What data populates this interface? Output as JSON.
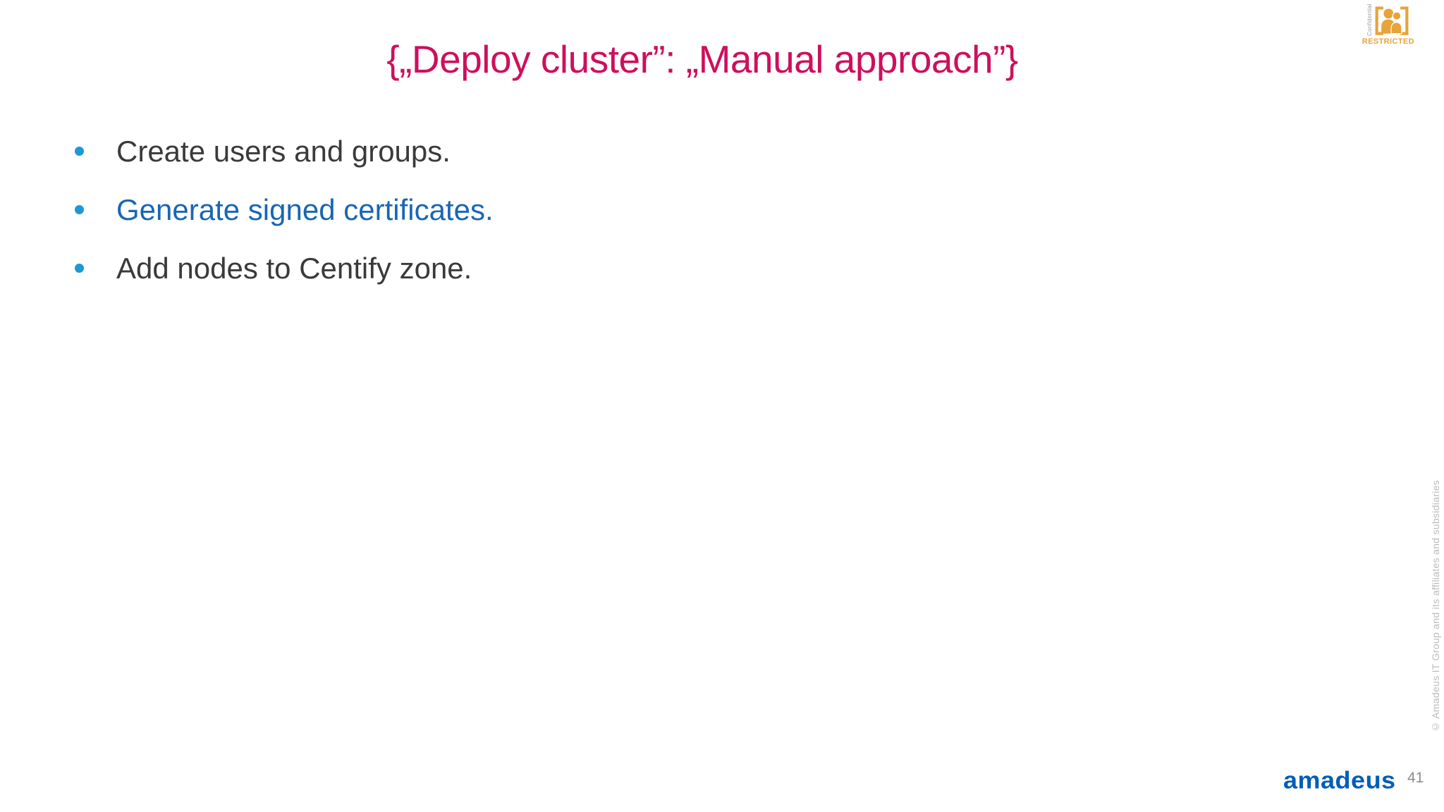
{
  "slide": {
    "title": "{„Deploy cluster”: „Manual approach”}",
    "bullets": [
      {
        "text": "Create users and groups.",
        "color": "#3A3A3A"
      },
      {
        "text": "Generate signed certificates.",
        "color": "#1866B4"
      },
      {
        "text": "Add nodes to Centify zone.",
        "color": "#3A3A3A"
      }
    ]
  },
  "stamp": {
    "confidential_label": "Confidential",
    "restricted_label": "RESTRICTED"
  },
  "footer": {
    "logo_text": "amadeus",
    "page_number": "41",
    "copyright": "© Amadeus IT Group and its affiliates and subsidiaries"
  },
  "colors": {
    "title_pink": "#CE0F5C",
    "link_blue": "#1866B4",
    "bullet_dot_blue": "#1B9AD2",
    "body_text": "#3A3A3A",
    "amadeus_blue": "#005EB8",
    "restricted_orange": "#E8A339",
    "copyright_gray": "#BBBBBB",
    "page_number_gray": "#8C8C8C"
  }
}
